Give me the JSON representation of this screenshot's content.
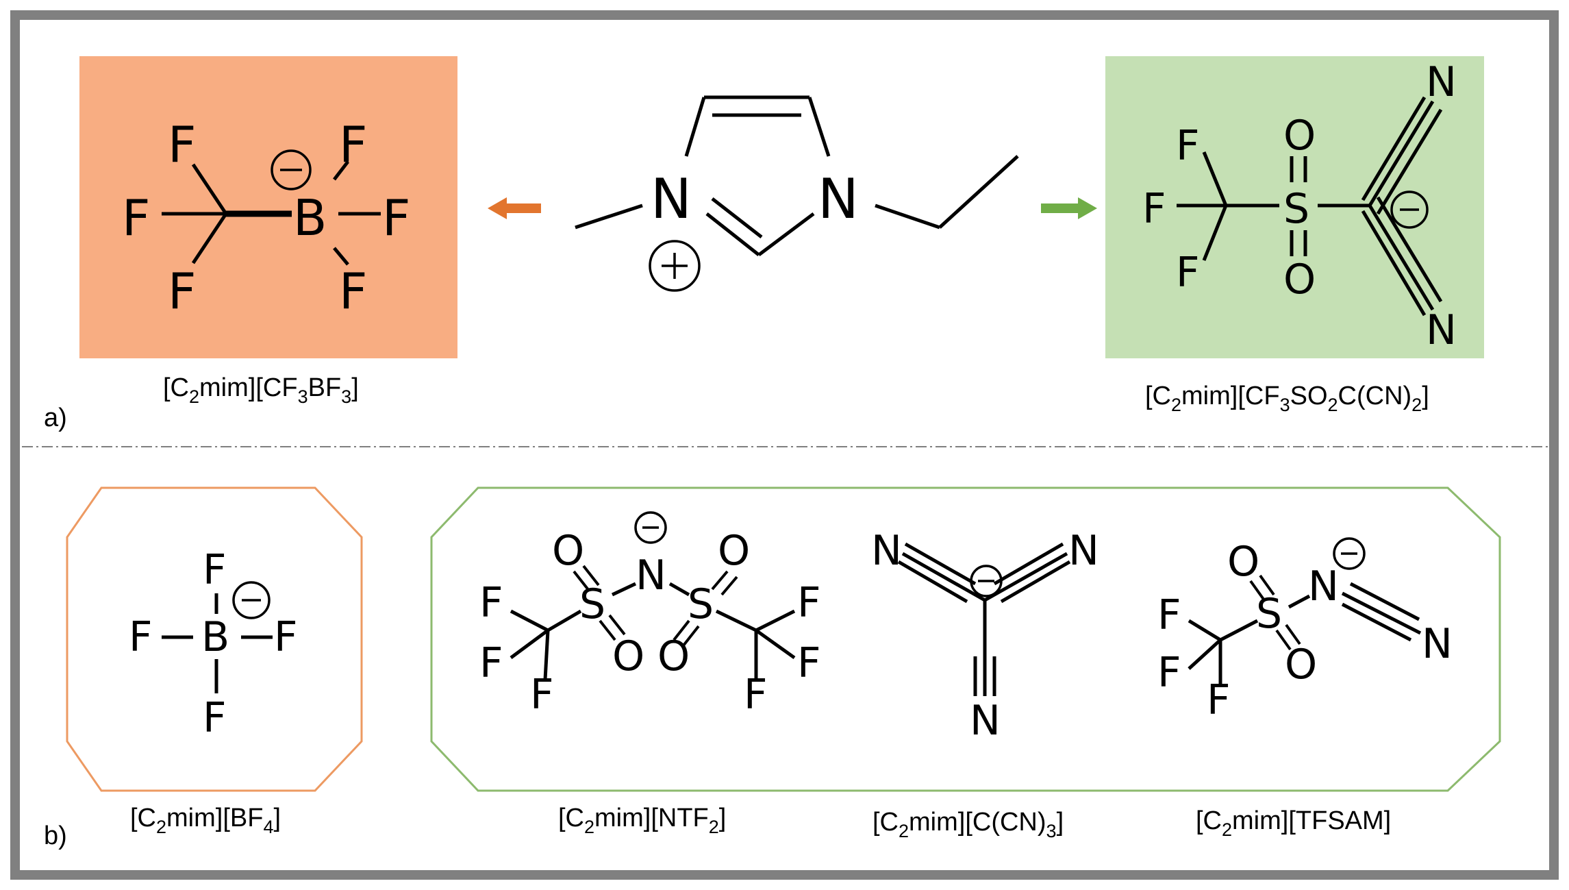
{
  "panels": {
    "a": {
      "tag": "a)"
    },
    "b": {
      "tag": "b)"
    }
  },
  "labels": {
    "cf3bf3": {
      "pre": "[C",
      "s1": "2",
      "mid": "mim][CF",
      "s2": "3",
      "mid2": "BF",
      "s3": "3",
      "end": "]"
    },
    "cf3so2ccn2": {
      "pre": "[C",
      "s1": "2",
      "mid": "mim][CF",
      "s2": "3",
      "mid2": "SO",
      "s3": "2",
      "mid3": "C(CN)",
      "s4": "2",
      "end": "]"
    },
    "bf4": {
      "pre": "[C",
      "s1": "2",
      "mid": "mim][BF",
      "s2": "4",
      "end": "]"
    },
    "ntf2": {
      "pre": "[C",
      "s1": "2",
      "mid": "mim][NTF",
      "s2": "2",
      "end": "]"
    },
    "ccn3": {
      "pre": "[C",
      "s1": "2",
      "mid": "mim][C(CN)",
      "s2": "3",
      "end": "]"
    },
    "tfsam": {
      "pre": "[C",
      "s1": "2",
      "mid": "mim][TFSAM]"
    }
  },
  "atoms": {
    "F": "F",
    "B": "B",
    "N": "N",
    "O": "O",
    "S": "S"
  },
  "colors": {
    "border": "#808080",
    "orange_fill": "#F8AD82",
    "green_fill": "#C5E0B4",
    "orange_arrow": "#E2752E",
    "green_arrow": "#70AD47",
    "orange_outline": "#ED9A62",
    "green_outline": "#8DBA6E",
    "divider": "#7F7F7F"
  }
}
